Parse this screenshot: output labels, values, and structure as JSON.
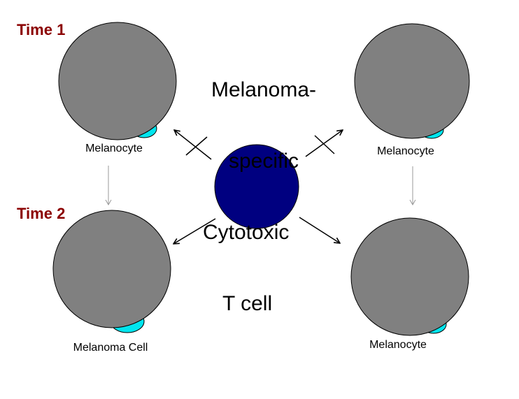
{
  "title_lines": [
    "Melanoma-",
    "specific",
    "Cytotoxic",
    "T cell"
  ],
  "time_labels": [
    "Time 1",
    "Time 2"
  ],
  "cell_labels": {
    "top_left": "Melanocyte",
    "top_right": "Melanocyte",
    "bottom_left": "Melanoma Cell",
    "bottom_right": "Melanocyte"
  },
  "colors": {
    "cell_body": "#808080",
    "marker": "#00E5EE",
    "t_cell": "#000080",
    "time_label": "#8B0000",
    "arrow": "#000000",
    "time_arrow": "#999999"
  }
}
